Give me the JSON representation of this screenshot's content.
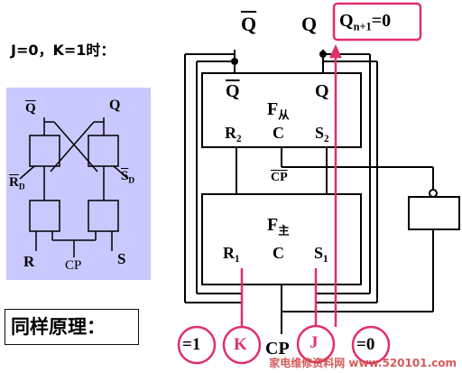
{
  "header": {
    "condition": "J=0，K=1时："
  },
  "mini_flipflop": {
    "q_bar": "Q",
    "q": "Q",
    "rd_bar": "R",
    "rd_sub": "D",
    "sd_bar": "S",
    "sd_sub": "D",
    "r": "R",
    "cp": "CP",
    "s": "S"
  },
  "principle": "同样原理：",
  "slave": {
    "q_bar_out": "Q",
    "q_out": "Q",
    "q_bar": "Q",
    "q": "Q",
    "name": "F",
    "name_sub": "从",
    "r": "R",
    "r_sub": "2",
    "c": "C",
    "s": "S",
    "s_sub": "2"
  },
  "master": {
    "name": "F",
    "name_sub": "主",
    "r": "R",
    "r_sub": "1",
    "c": "C",
    "s": "S",
    "s_sub": "1"
  },
  "cp_bar": "CP",
  "result": {
    "base": "Q",
    "sub": "n+1",
    "value": "=0"
  },
  "inputs": {
    "k_value": "=1",
    "k": "K",
    "cp": "CP",
    "j": "J",
    "j_value": "=0"
  },
  "watermark": "家电维修资料网 www.520101.com",
  "colors": {
    "highlight": "#e0306a",
    "mini_bg": "#c9c9ff",
    "line": "#000000"
  }
}
